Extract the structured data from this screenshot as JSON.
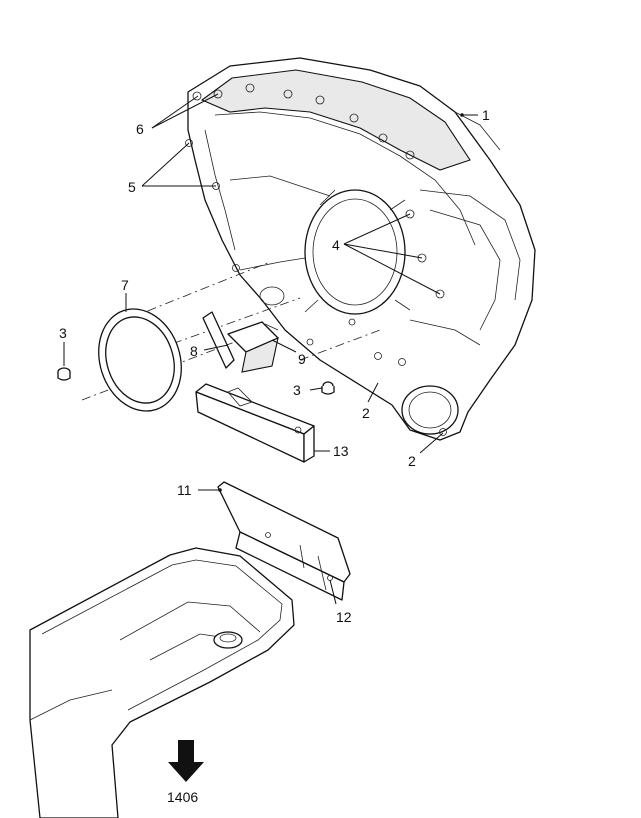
{
  "callouts": {
    "c1": "1",
    "c2a": "2",
    "c2b": "2",
    "c3a": "3",
    "c3b": "3",
    "c4": "4",
    "c5": "5",
    "c6": "6",
    "c7": "7",
    "c8": "8",
    "c9": "9",
    "c11": "11",
    "c12": "12",
    "c13": "13",
    "ref": "1406"
  }
}
